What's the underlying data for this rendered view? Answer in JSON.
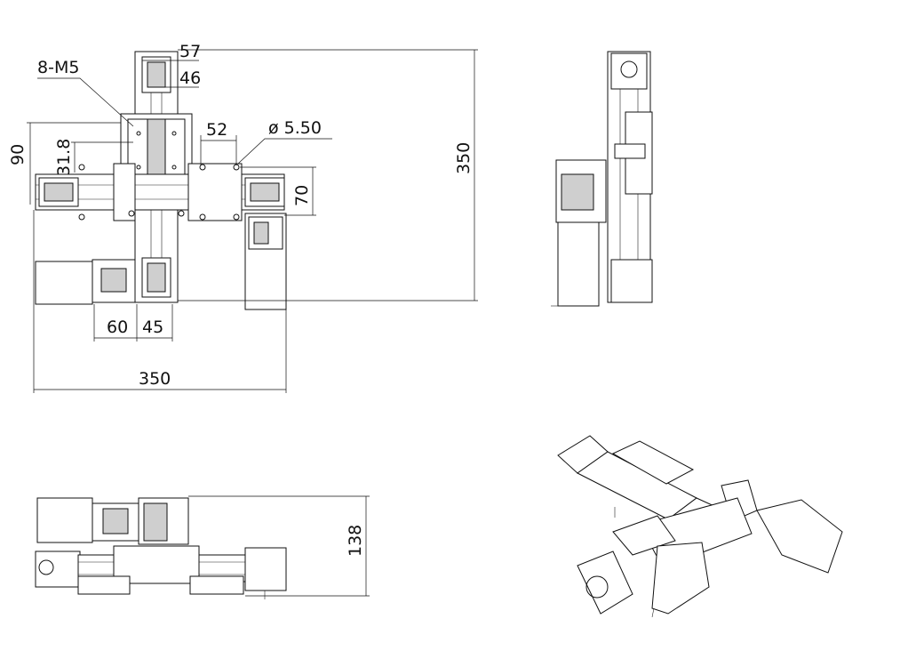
{
  "top_view": {
    "thread_callout": "8-M5",
    "hole_callout": "ø 5.50",
    "dims": {
      "d57": "57",
      "d46": "46",
      "d52": "52",
      "d90": "90",
      "d318": "31.8",
      "d70": "70",
      "d350_v": "350",
      "d60": "60",
      "d45": "45",
      "d350_h": "350"
    }
  },
  "front_view": {
    "dims": {
      "d138": "138"
    }
  }
}
